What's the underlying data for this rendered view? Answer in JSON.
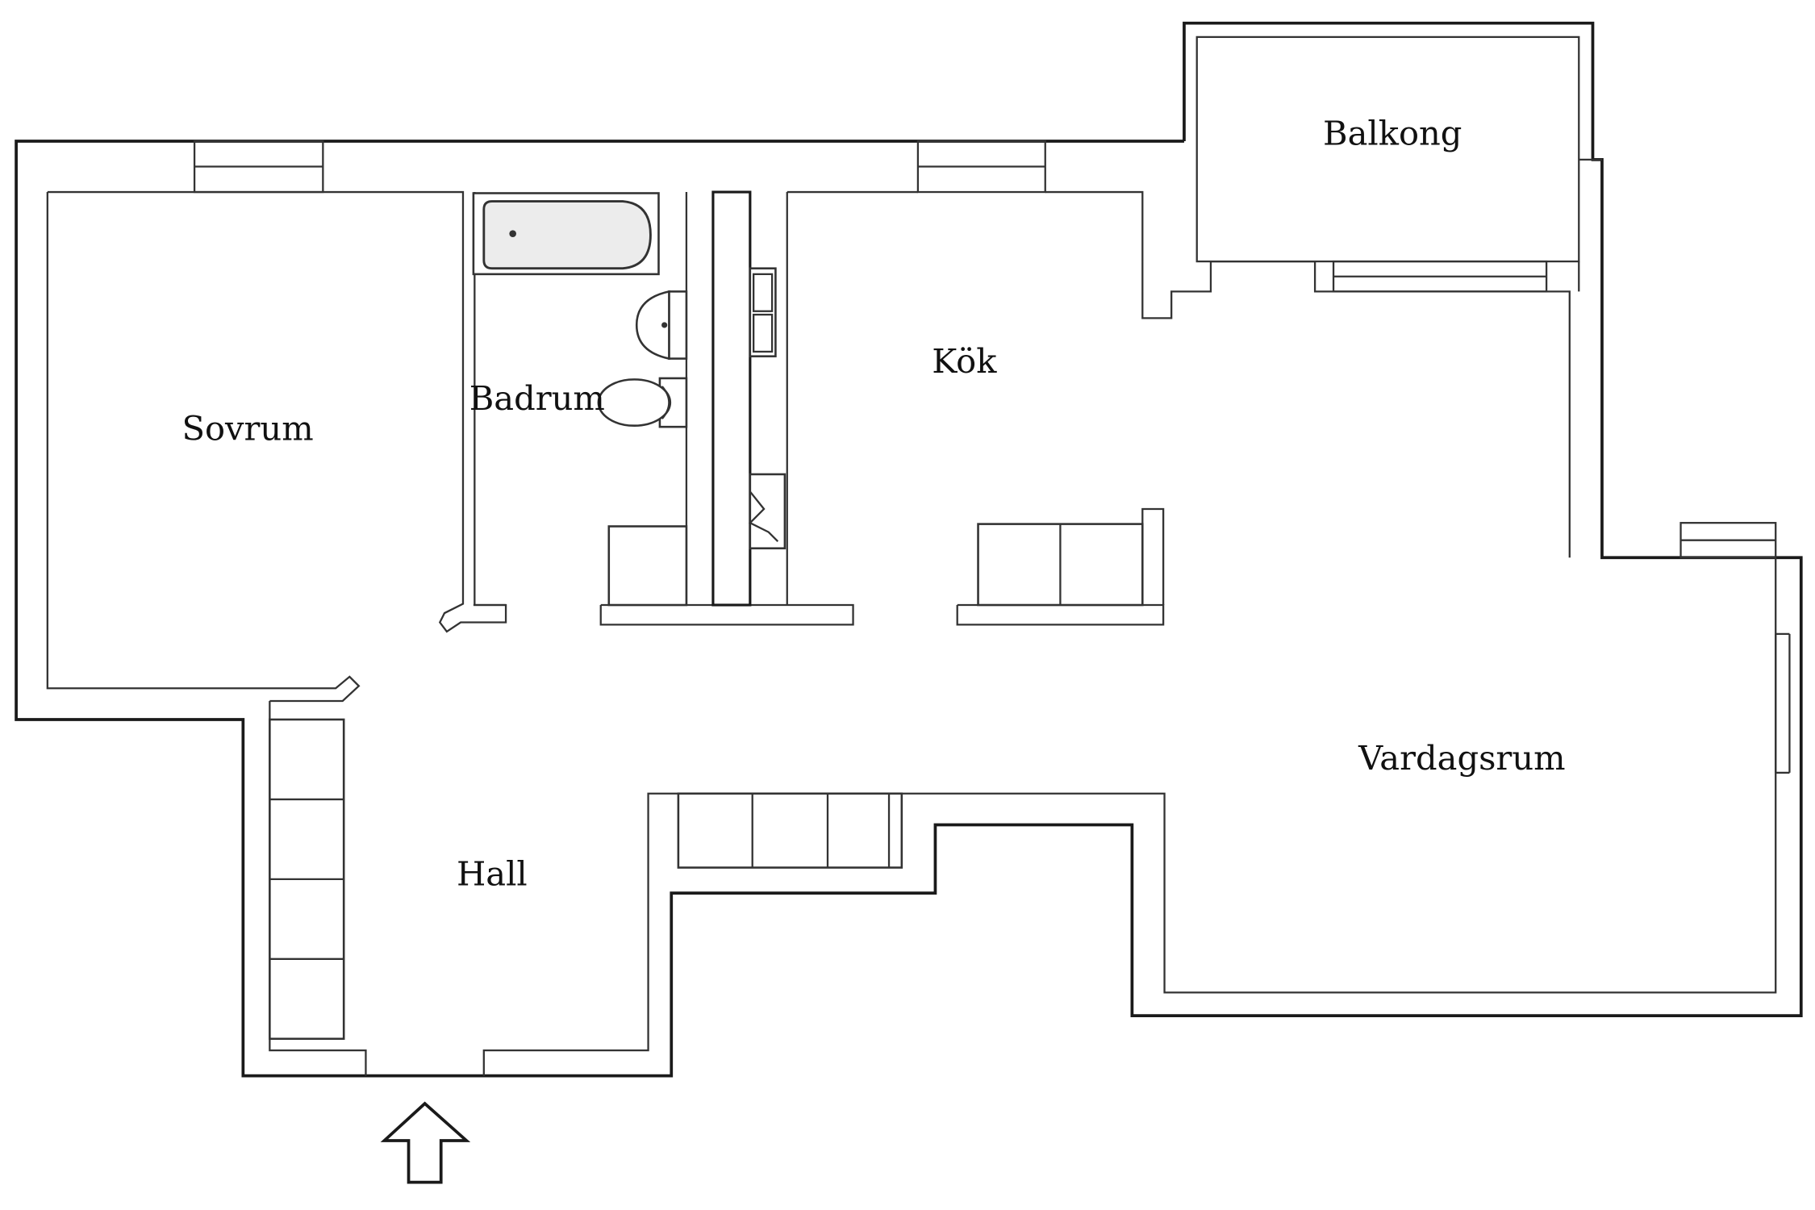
{
  "rooms": {
    "balkong": "Balkong",
    "kok": "Kök",
    "badrum": "Badrum",
    "sovrum": "Sovrum",
    "hall": "Hall",
    "vardagsrum": "Vardagsrum"
  }
}
